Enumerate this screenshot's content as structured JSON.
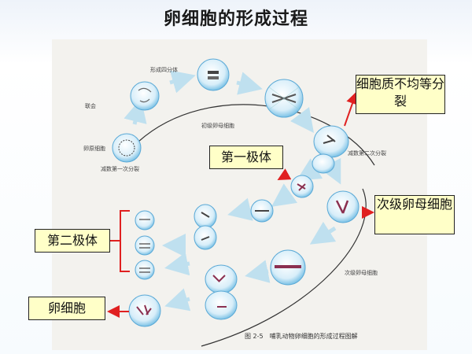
{
  "slide": {
    "title": "卵细胞的形成过程"
  },
  "diagram": {
    "labels": {
      "tetrad": "形成四分体",
      "synapsis": "联会",
      "oogonium": "卵原细胞",
      "primary_oocyte": "初级卵母细胞",
      "meiosis_1": "减数第一次分裂",
      "meiosis_2": "减数第二次分裂",
      "secondary_oocyte": "次级卵母细胞",
      "caption": "图 2-5　哺乳动物卵细胞的形成过程图解"
    },
    "callouts": {
      "unequal_division": "细胞质不均等分裂",
      "first_polar_body": "第一极体",
      "secondary_oocyte": "次级卵母细胞",
      "second_polar_body": "第二极体",
      "egg_cell": "卵细胞"
    },
    "colors": {
      "callout_fill": "#ffffc8",
      "arrow": "#e02020",
      "bracket": "#e02020"
    }
  }
}
